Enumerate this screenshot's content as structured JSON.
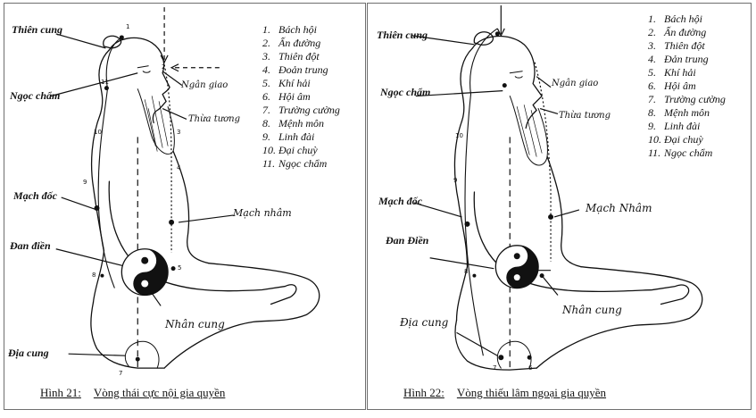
{
  "left": {
    "caption_no": "Hình 21:",
    "caption_title": "Vòng thái cực nội gia quyền",
    "labels": {
      "thien_cung": "Thiên cung",
      "ngoc_cham": "Ngọc chẩm",
      "ngan_giao": "Ngân giao",
      "thua_tuong": "Thừa tương",
      "mach_doc": "Mạch đốc",
      "mach_nham": "Mạch nhâm",
      "dan_dien": "Đan điền",
      "nhan_cung": "Nhân cung",
      "dia_cung": "Địa cung"
    },
    "legend": [
      {
        "n": "1.",
        "t": "Bách hội"
      },
      {
        "n": "2.",
        "t": "Ấn đường"
      },
      {
        "n": "3.",
        "t": "Thiên đột"
      },
      {
        "n": "4.",
        "t": "Đoản trung"
      },
      {
        "n": "5.",
        "t": "Khí hải"
      },
      {
        "n": "6.",
        "t": "Hội âm"
      },
      {
        "n": "7.",
        "t": "Trường cường"
      },
      {
        "n": "8.",
        "t": "Mệnh môn"
      },
      {
        "n": "9.",
        "t": "Linh đài"
      },
      {
        "n": "10.",
        "t": "Đại chuỳ"
      },
      {
        "n": "11.",
        "t": "Ngọc chẩm"
      }
    ],
    "nums": {
      "n1": "1",
      "n2": "2",
      "n3": "3",
      "n4": "4",
      "n5": "5",
      "n7": "7",
      "n8": "8",
      "n9": "9",
      "n10": "10",
      "n11": "11"
    }
  },
  "right": {
    "caption_no": "Hình 22:",
    "caption_title": "Vòng thiếu lâm ngoại gia quyền",
    "labels": {
      "thien_cung": "Thiên cung",
      "ngoc_cham": "Ngọc chẩm",
      "ngan_giao": "Ngân giao",
      "thua_tuong": "Thừa tương",
      "mach_doc": "Mạch đốc",
      "mach_nham": "Mạch Nhâm",
      "dan_dien": "Đan Điền",
      "nhan_cung": "Nhân cung",
      "dia_cung": "Địa cung"
    },
    "legend": [
      {
        "n": "1.",
        "t": "Bách hội"
      },
      {
        "n": "2.",
        "t": "Ấn đường"
      },
      {
        "n": "3.",
        "t": "Thiên đột"
      },
      {
        "n": "4.",
        "t": "Đản trung"
      },
      {
        "n": "5.",
        "t": "Khí hải"
      },
      {
        "n": "6.",
        "t": "Hội âm"
      },
      {
        "n": "7.",
        "t": "Trường cường"
      },
      {
        "n": "8.",
        "t": "Mệnh môn"
      },
      {
        "n": "9.",
        "t": "Linh đài"
      },
      {
        "n": "10.",
        "t": "Đại chuỳ"
      },
      {
        "n": "11.",
        "t": "Ngọc chẩm"
      }
    ],
    "nums": {
      "n7": "7",
      "n8": "8",
      "n9": "9",
      "n10": "10",
      "n6": "6"
    }
  }
}
